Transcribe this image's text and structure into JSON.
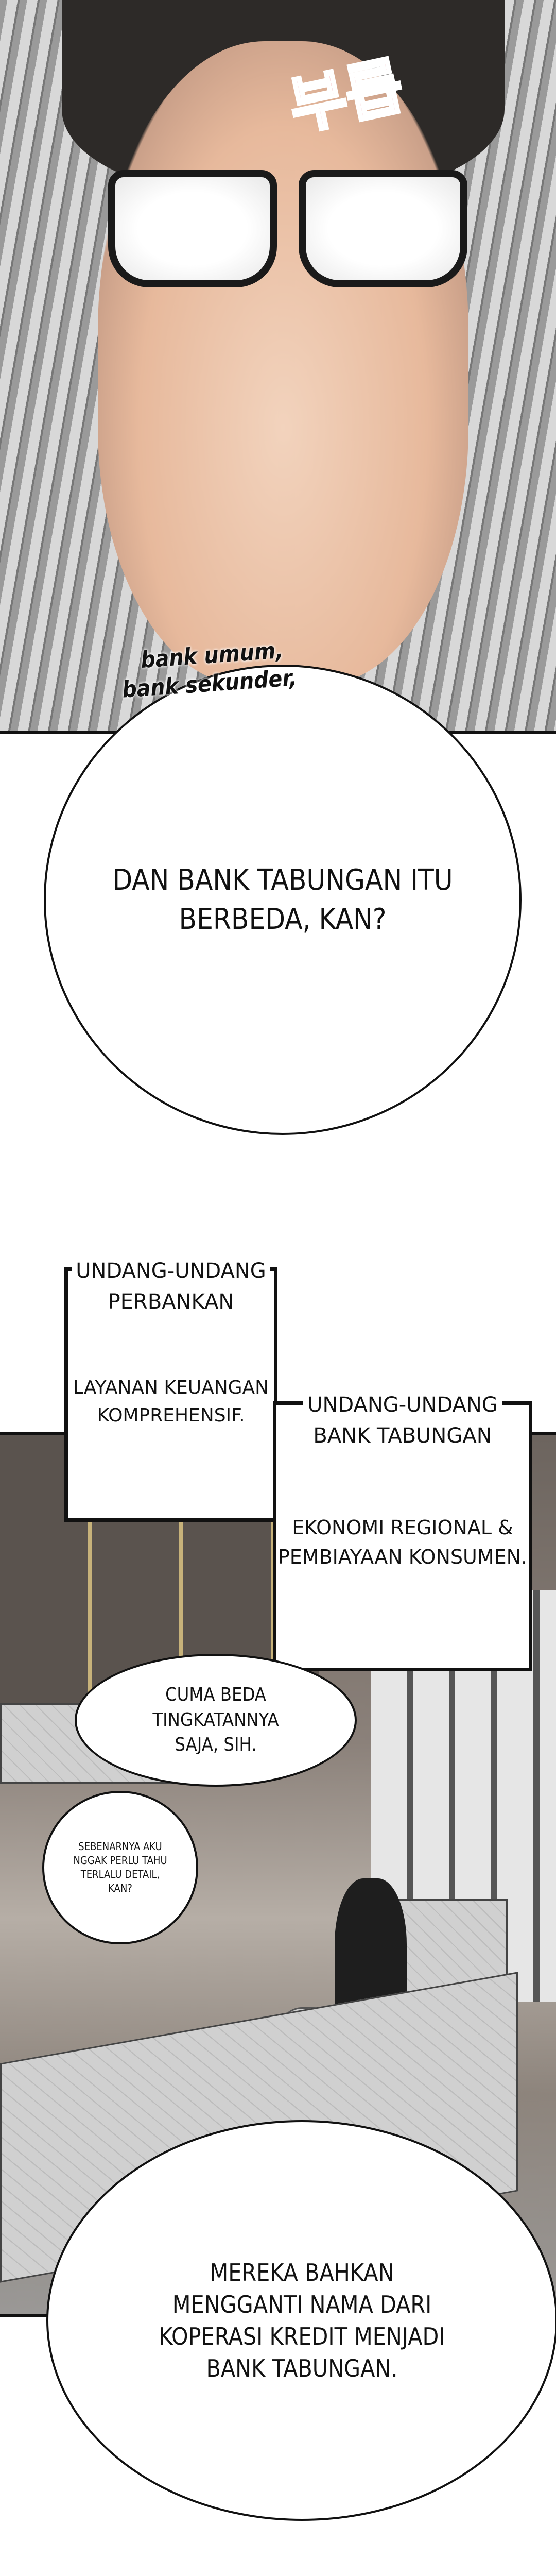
{
  "panel1": {
    "sfx": "부릅",
    "narration_lines": [
      "bank umum,",
      "bank sekunder,"
    ],
    "bubble": [
      "DAN BANK TABUNGAN ITU",
      "BERBEDA, KAN?"
    ]
  },
  "panel2": {
    "caption_banking_law": {
      "title": [
        "UNDANG-UNDANG",
        "PERBANKAN"
      ],
      "body": [
        "LAYANAN KEUANGAN",
        "KOMPREHENSIF."
      ]
    },
    "caption_savings_bank_law": {
      "title": [
        "UNDANG-UNDANG",
        "BANK TABUNGAN"
      ],
      "body": [
        "EKONOMI REGIONAL &",
        "PEMBIAYAAN KONSUMEN."
      ]
    },
    "bubble_tier": [
      "CUMA BEDA",
      "TINGKATANNYA",
      "SAJA, SIH."
    ],
    "bubble_detail": [
      "SEBENARNYA AKU",
      "NGGAK PERLU TAHU",
      "TERLALU DETAIL,",
      "KAN?"
    ],
    "bubble_rename": [
      "MEREKA BAHKAN",
      "MENGGANTI NAMA DARI",
      "KOPERASI KREDIT MENJADI",
      "BANK TABUNGAN."
    ]
  },
  "colors": {
    "sfx": "#e45b6a",
    "border": "#111111"
  }
}
